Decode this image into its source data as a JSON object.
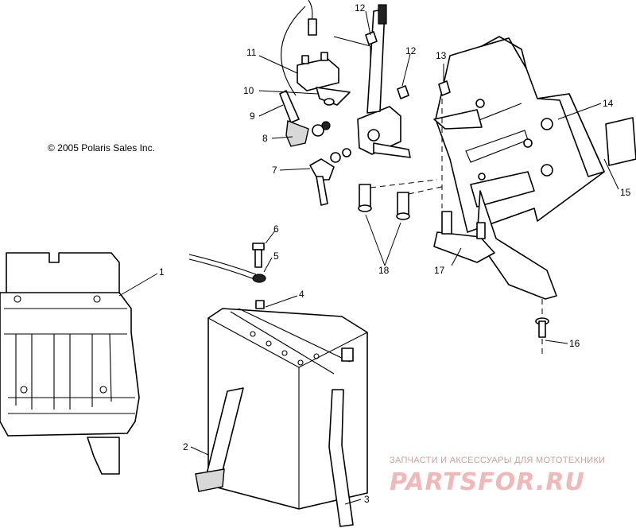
{
  "copyright": "© 2005 Polaris Sales Inc.",
  "watermark": {
    "tagline": "ЗАПЧАСТИ И АКСЕССУАРЫ ДЛЯ МОТОТЕХНИКИ",
    "logo": "PARTSFOR.RU"
  },
  "callouts": [
    "1",
    "2",
    "3",
    "4",
    "5",
    "6",
    "7",
    "8",
    "9",
    "10",
    "11",
    "12",
    "12",
    "13",
    "14",
    "15",
    "16",
    "17",
    "18"
  ],
  "colors": {
    "line": "#000000",
    "watermark": "#f0b8b8"
  }
}
